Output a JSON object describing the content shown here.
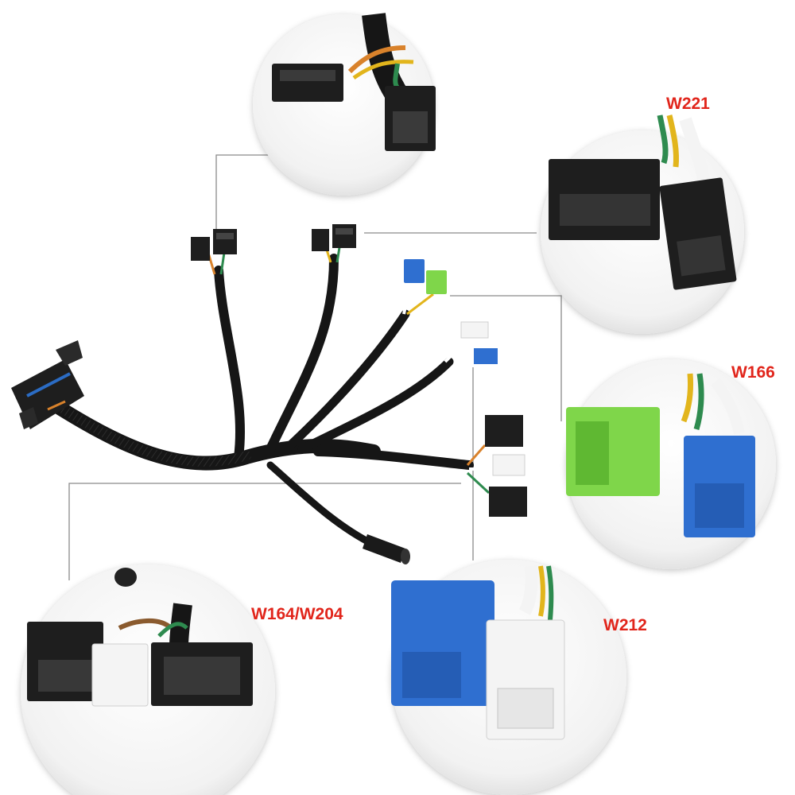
{
  "labels": {
    "w221": "W221",
    "w166": "W166",
    "w164_w204": "W164/W204",
    "w212": "W212"
  },
  "colors": {
    "label": "#e1251b",
    "cable": "#161616",
    "leader_line": "#8a8a8a",
    "connector_black": "#1e1e1e",
    "connector_blue": "#2f6fd0",
    "connector_green": "#7fd64a",
    "connector_white": "#f4f4f4",
    "wire_orange": "#d9822b",
    "wire_green": "#2e8b4f",
    "wire_yellow": "#e2b51c",
    "wire_blue": "#2b6cc4",
    "wire_brown": "#8a5a2e"
  }
}
